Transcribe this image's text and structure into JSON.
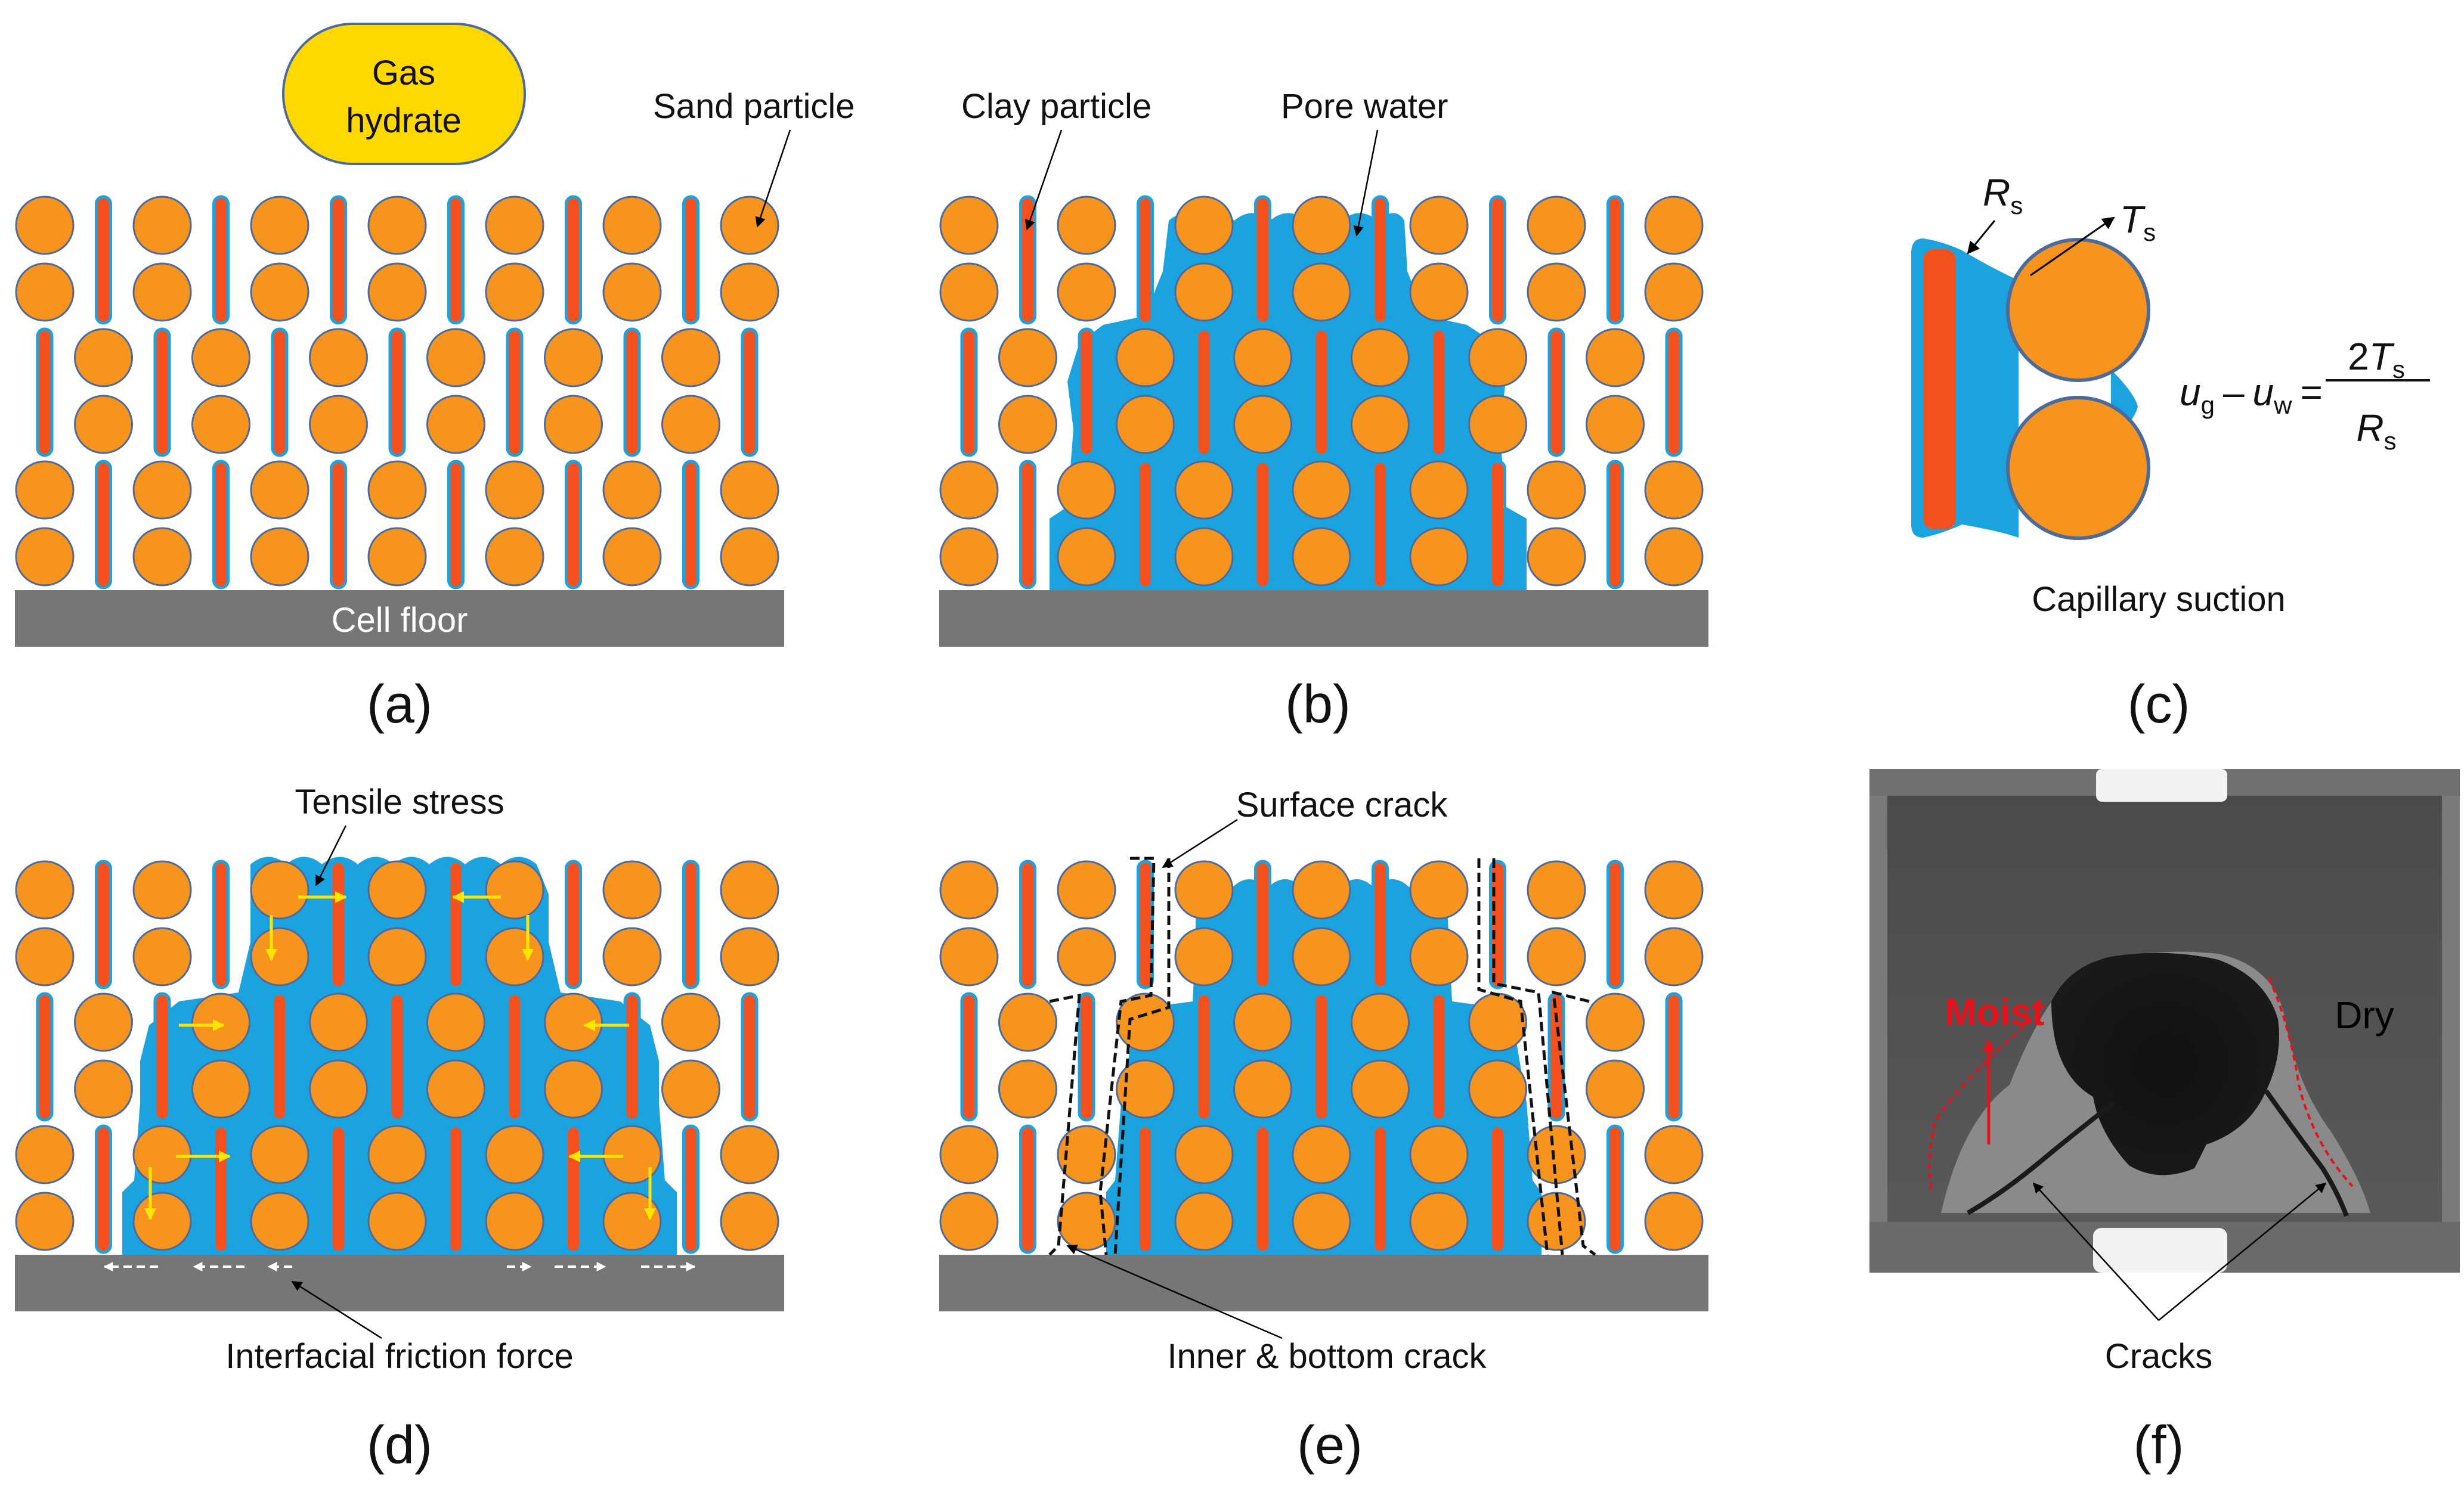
{
  "panels": {
    "a": {
      "caption": "(a)",
      "labels": {
        "gas_hydrate_line1": "Gas",
        "gas_hydrate_line2": "hydrate",
        "sand_particle": "Sand particle",
        "cell_floor": "Cell floor"
      }
    },
    "b": {
      "caption": "(b)",
      "labels": {
        "clay_particle": "Clay particle",
        "pore_water": "Pore water"
      }
    },
    "c": {
      "caption": "(c)",
      "labels": {
        "rs_main": "R",
        "rs_sub": "s",
        "ts_main": "T",
        "ts_sub": "s",
        "capillary_suction": "Capillary suction",
        "eq_u": "u",
        "eq_g": "g",
        "eq_minus": "–",
        "eq_w": "w",
        "eq_equals": "=",
        "eq_num_2": "2",
        "eq_num_T": "T",
        "eq_num_s": "s",
        "eq_den_R": "R",
        "eq_den_s": "s"
      }
    },
    "d": {
      "caption": "(d)",
      "labels": {
        "tensile_stress": "Tensile stress",
        "interfacial_friction": "Interfacial friction force"
      }
    },
    "e": {
      "caption": "(e)",
      "labels": {
        "surface_crack": "Surface crack",
        "inner_bottom_crack": "Inner & bottom crack"
      }
    },
    "f": {
      "caption": "(f)",
      "labels": {
        "moist": "Moist",
        "dry": "Dry",
        "cracks": "Cracks"
      }
    }
  },
  "colors": {
    "sand": "#F7941D",
    "sand_stroke": "#4B6A9E",
    "clay": "#F4511E",
    "water": "#1BA3DF",
    "floor": "#767676",
    "arrow_yellow": "#FFE600",
    "moist_red": "#E8101A"
  }
}
